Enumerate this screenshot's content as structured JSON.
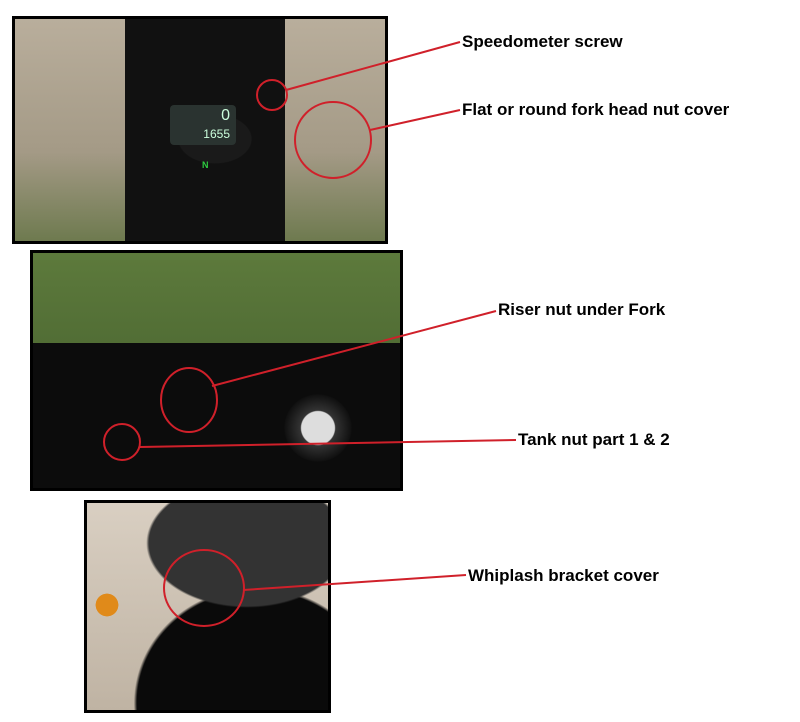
{
  "callouts": [
    {
      "label": "Speedometer screw"
    },
    {
      "label": "Flat or round fork head nut cover"
    },
    {
      "label": "Riser nut under Fork"
    },
    {
      "label": "Tank nut part 1 & 2"
    },
    {
      "label": "Whiplash bracket cover"
    }
  ],
  "photos": [
    {
      "speedometer_reading": "0",
      "odometer_reading": "1655",
      "gear_indicator": "N"
    }
  ],
  "colors": {
    "callout": "#d0202a"
  }
}
